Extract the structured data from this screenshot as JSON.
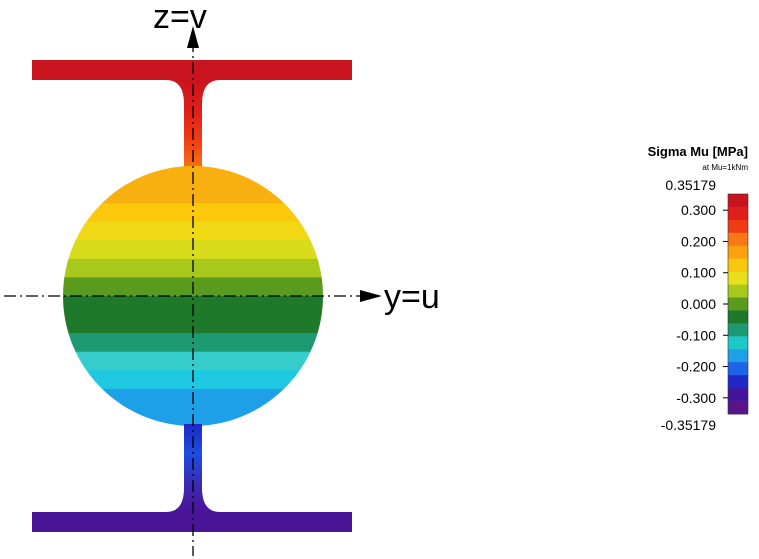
{
  "axes": {
    "vertical_label": "z=v",
    "horizontal_label": "y=u"
  },
  "legend": {
    "title": "Sigma Mu [MPa]",
    "subtitle": "at Mu=1kNm",
    "max_label": "0.35179",
    "min_label": "-0.35179",
    "max_value": 0.35179,
    "min_value": -0.35179,
    "ticks": [
      {
        "label": "0.300",
        "value": 0.3
      },
      {
        "label": "0.200",
        "value": 0.2
      },
      {
        "label": "0.100",
        "value": 0.1
      },
      {
        "label": "0.000",
        "value": 0.0
      },
      {
        "label": "-0.100",
        "value": -0.1
      },
      {
        "label": "-0.200",
        "value": -0.2
      },
      {
        "label": "-0.300",
        "value": -0.3
      }
    ],
    "colors": [
      "#c8141e",
      "#e01e1a",
      "#f03c14",
      "#f87814",
      "#fca010",
      "#f8c80c",
      "#e8e01c",
      "#a8c81c",
      "#5a9a1c",
      "#1e7a2a",
      "#1e9a72",
      "#1ec8c8",
      "#1ea0e8",
      "#1e64e8",
      "#1e28c8",
      "#44149a",
      "#5a1488"
    ]
  },
  "section": {
    "top_flange_color": "#c8141e",
    "bottom_flange_color": "#4a1496",
    "top_web_colors": [
      "#c8141e",
      "#e01e1a",
      "#f03c14",
      "#f87814"
    ],
    "bottom_web_colors": [
      "#1e28c8",
      "#1e4ee0",
      "#3a2cb4",
      "#4a1496"
    ],
    "ring_colors_top_to_bottom": [
      "#f8b010",
      "#f8b010",
      "#fcc80c",
      "#f0d814",
      "#d8dc1c",
      "#a8c81c",
      "#5a9a1c",
      "#1e7a2a",
      "#1e7a2a",
      "#1e9a72",
      "#36cccc",
      "#1ec8e0",
      "#1ea0e8",
      "#1ea0e8"
    ]
  }
}
